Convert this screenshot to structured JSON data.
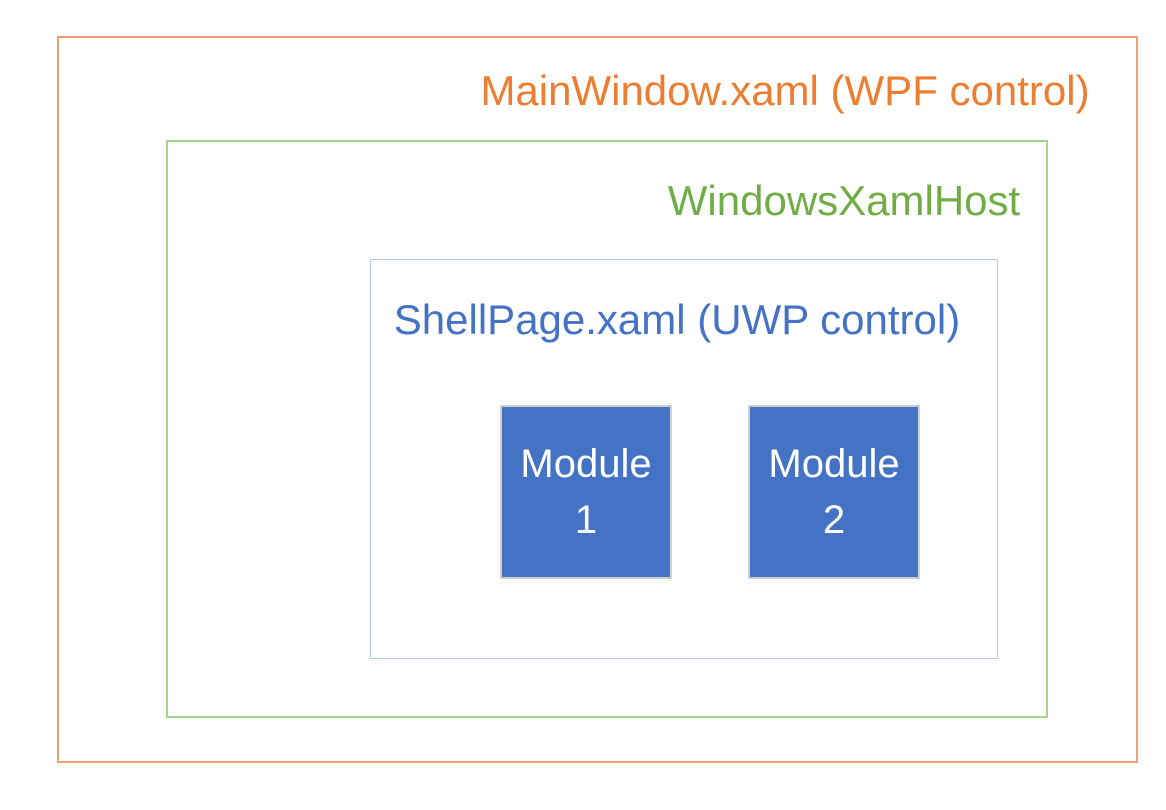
{
  "diagram": {
    "wpf_window": {
      "label": "MainWindow.xaml (WPF control)",
      "text_color": "#ED7D31",
      "border_color": "#F1A170"
    },
    "xaml_host": {
      "label": "WindowsXamlHost",
      "text_color": "#70AD47",
      "border_color": "#A9D18E"
    },
    "shell_page": {
      "label": "ShellPage.xaml (UWP control)",
      "text_color": "#4472C4",
      "border_color": "#B4C7E7"
    },
    "modules": [
      {
        "line1": "Module",
        "line2": "1"
      },
      {
        "line1": "Module",
        "line2": "2"
      }
    ],
    "module_style": {
      "fill": "#4472C4",
      "border": "#CFCFCF",
      "text_color": "#FFFFFF"
    }
  }
}
